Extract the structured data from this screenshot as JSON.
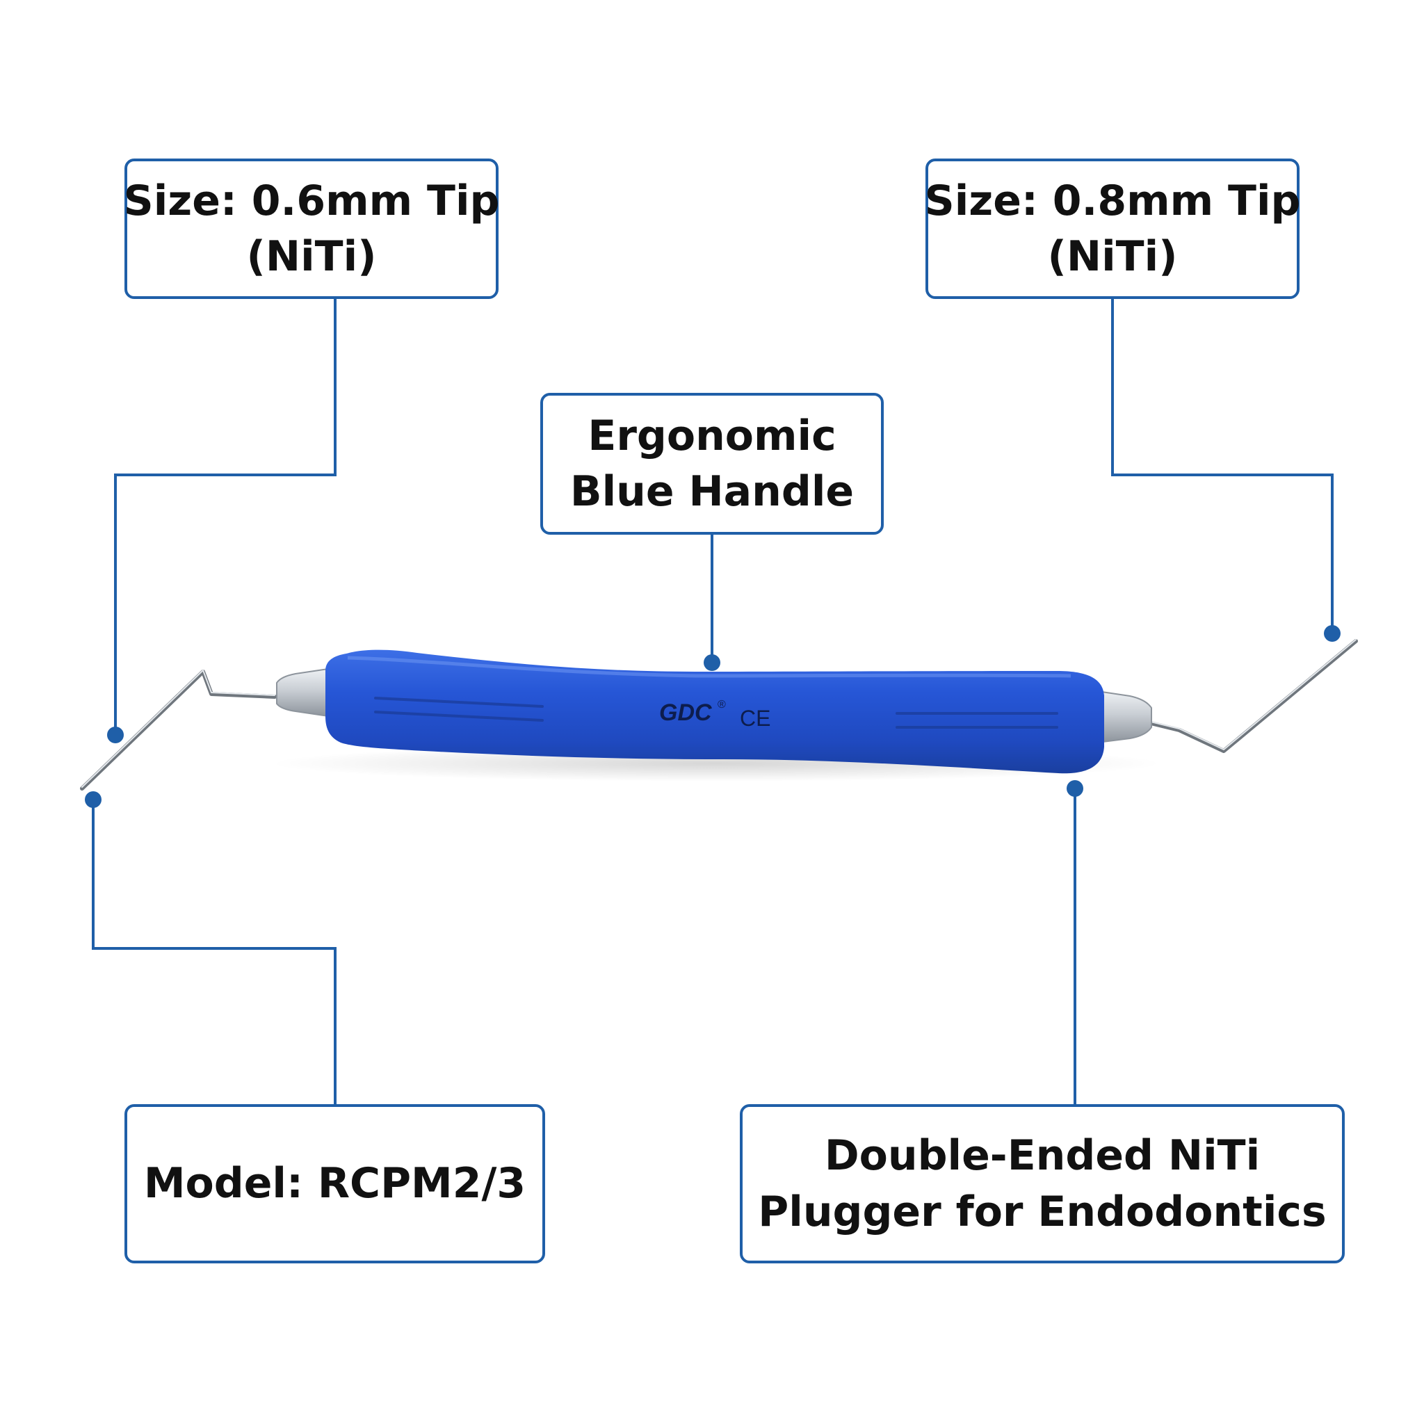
{
  "colors": {
    "accent": "#1f5fa8",
    "handle": "#2150c8",
    "metal": "#c8cdd2",
    "text": "#111111"
  },
  "handle_logo": {
    "brand": "GDC",
    "registered": "®",
    "mark": "CE"
  },
  "callouts": {
    "left_tip": {
      "line1": "Size: 0.6mm Tip",
      "line2": "(NiTi)"
    },
    "right_tip": {
      "line1": "Size: 0.8mm Tip",
      "line2": "(NiTi)"
    },
    "handle": {
      "line1": "Ergonomic",
      "line2": "Blue Handle"
    },
    "model": {
      "line1": "Model: RCPM2/3"
    },
    "description": {
      "line1": "Double-Ended NiTi",
      "line2": "Plugger for Endodontics"
    }
  }
}
